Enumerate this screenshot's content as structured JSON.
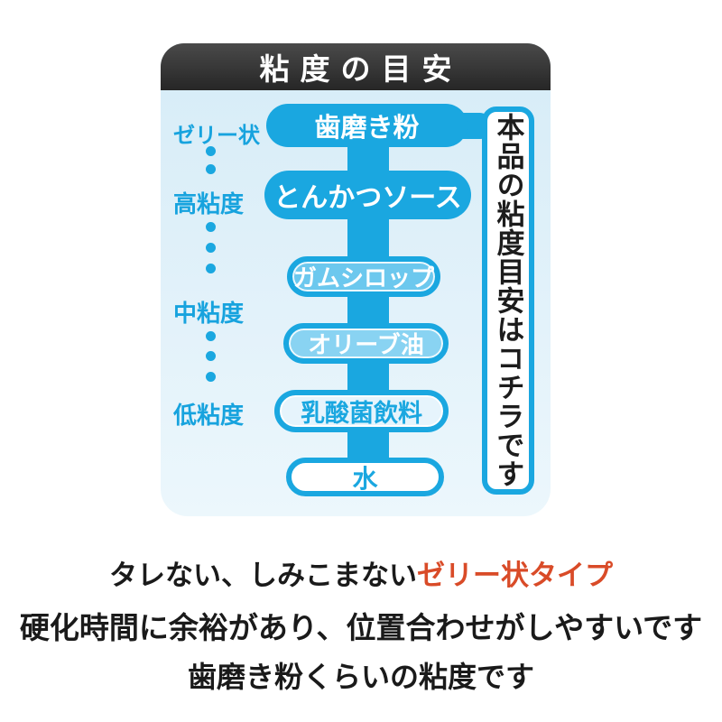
{
  "panel": {
    "title": "粘度の目安",
    "banner_text": "本品の粘度目安はコチラです",
    "scale_labels": [
      {
        "label": "ゼリー状"
      },
      {
        "label": "高粘度"
      },
      {
        "label": "中粘度"
      },
      {
        "label": "低粘度"
      }
    ],
    "items": [
      {
        "label": "歯磨き粉"
      },
      {
        "label": "とんかつソース"
      },
      {
        "label": "ガムシロップ"
      },
      {
        "label": "オリーブ油"
      },
      {
        "label": "乳酸菌飲料"
      },
      {
        "label": "水"
      }
    ]
  },
  "caption": {
    "line1_black": "タレない、しみこまない",
    "line1_red": "ゼリー状タイプ",
    "line2": "硬化時間に余裕があり、位置合わせがしやすいです",
    "line3": "歯磨き粉くらいの粘度です"
  },
  "colors": {
    "accent_blue": "#1aa7e0",
    "header_bg": "#333333",
    "panel_bg": "#ddeef8",
    "banner_text_color": "#1c1c1c",
    "highlight_red": "#d94b28"
  }
}
